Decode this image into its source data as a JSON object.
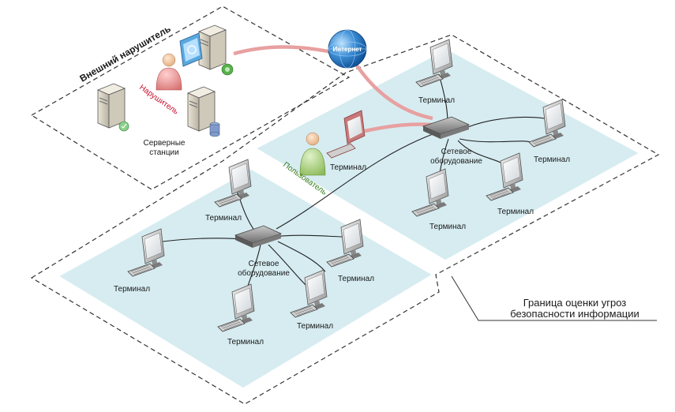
{
  "labels": {
    "external_intruder_zone": "Внешний нарушитель",
    "intruder": "Нарушитель",
    "server_stations_line1": "Серверные",
    "server_stations_line2": "станции",
    "internet": "Интернет",
    "user": "Пользователь",
    "terminal": "Терминал",
    "network_equipment_line1": "Сетевое",
    "network_equipment_line2": "оборудование",
    "boundary_line1": "Граница оценки угроз",
    "boundary_line2": "безопасности информации"
  },
  "icons": [
    "server-icon",
    "globe-icon",
    "person-icon",
    "monitor-icon",
    "keyboard-icon",
    "network-switch-icon",
    "database-icon"
  ],
  "colors": {
    "zone_fill": "#d6ecf1",
    "zone_stroke": "#ffffff",
    "dashed_border": "#333333",
    "internet_link": "#e8a0a0",
    "intruder_text": "#c8102e",
    "user_text": "#3a7d1e"
  }
}
